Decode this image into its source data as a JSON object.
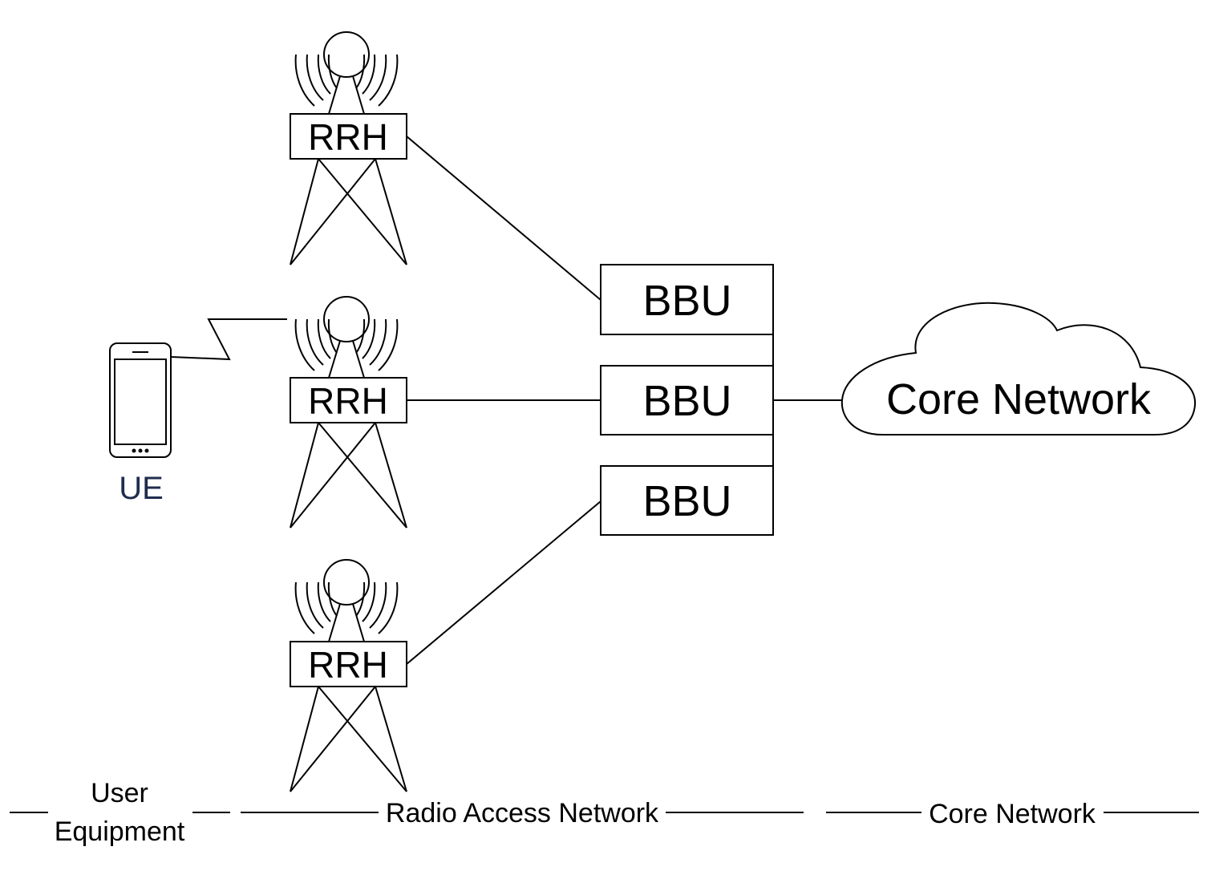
{
  "rrh_label": "RRH",
  "bbu_label": "BBU",
  "core_cloud_label": "Core Network",
  "ue_label": "UE",
  "sections": {
    "user_equipment_line1": "User",
    "user_equipment_line2": "Equipment",
    "radio_access_network": "Radio Access Network",
    "core_network": "Core Network"
  },
  "colors": {
    "line": "#000000",
    "ue_text": "#1f2d4d"
  },
  "icons": [
    "smartphone-icon",
    "antenna-tower-icon",
    "cloud-icon"
  ]
}
